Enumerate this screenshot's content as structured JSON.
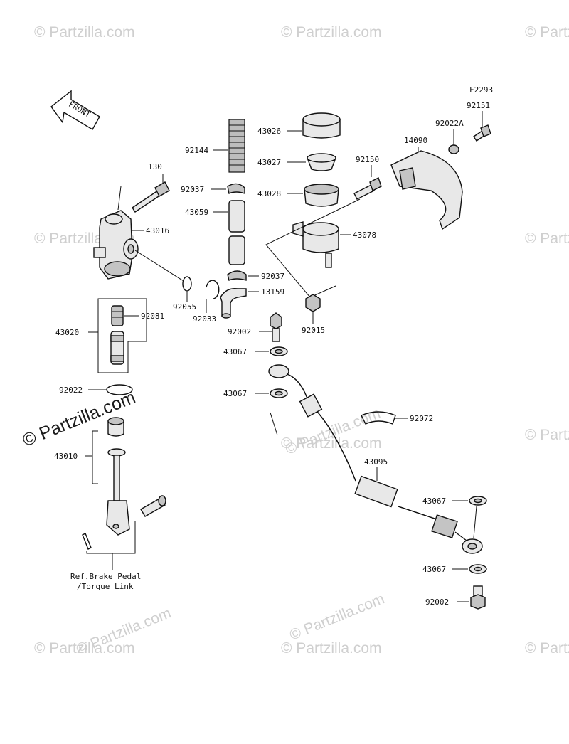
{
  "figure_code": "F2293",
  "front_label": "FRONT",
  "ref_note": {
    "line1": "Ref.Brake Pedal",
    "line2": "/Torque Link"
  },
  "watermark": {
    "text": "© Partzilla.com"
  },
  "parts": {
    "p130": "130",
    "p43016": "43016",
    "p43020": "43020",
    "p92081": "92081",
    "p92055": "92055",
    "p92033": "92033",
    "p92022": "92022",
    "p43010": "43010",
    "p92144": "92144",
    "p92037a": "92037",
    "p43059": "43059",
    "p92037b": "92037",
    "p13159": "13159",
    "p43026": "43026",
    "p43027": "43027",
    "p43028": "43028",
    "p43078": "43078",
    "p92150": "92150",
    "p92015": "92015",
    "p14090": "14090",
    "p92022A": "92022A",
    "p92151": "92151",
    "p92002a": "92002",
    "p43067a": "43067",
    "p43067b": "43067",
    "p92072": "92072",
    "p43095": "43095",
    "p43067c": "43067",
    "p43067d": "43067",
    "p92002b": "92002"
  }
}
